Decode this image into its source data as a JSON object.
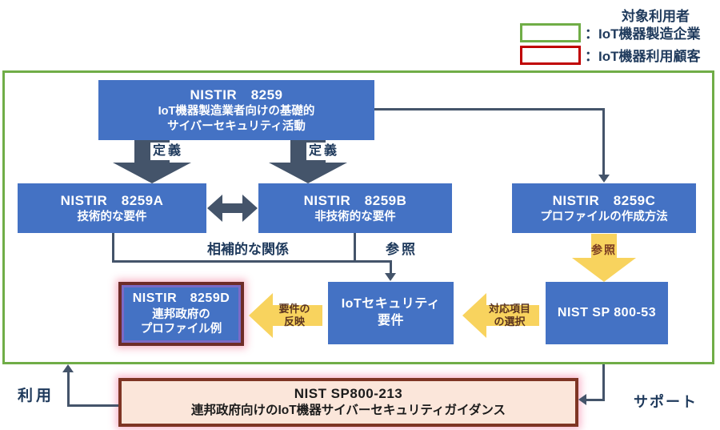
{
  "legend": {
    "title": "対象利用者",
    "manufacturer_label": "：IoT機器製造企業",
    "customer_label": "：IoT機器利用顧客",
    "manufacturer_color": "#70AD47",
    "customer_color": "#C00000"
  },
  "colors": {
    "node_blue": "#4472C4",
    "connector_dark": "#44546A",
    "frame_green": "#70AD47",
    "legend_red": "#C00000",
    "arrow_yellow": "#F8D35E",
    "sp213_fill": "#FBE6DA",
    "sp213_border": "#7E3524",
    "d_border_red": "#6E2C28",
    "d_ring_purple": "#7B6AC6"
  },
  "nodes": {
    "n8259": {
      "title": "NISTIR　8259",
      "line1": "IoT機器製造業者向けの基礎的",
      "line2": "サイバーセキュリティ活動"
    },
    "n8259a": {
      "title": "NISTIR　8259A",
      "subtitle": "技術的な要件"
    },
    "n8259b": {
      "title": "NISTIR　8259B",
      "subtitle": "非技術的な要件"
    },
    "n8259c": {
      "title": "NISTIR　8259C",
      "subtitle": "プロファイルの作成方法"
    },
    "n8259d": {
      "title": "NISTIR　8259D",
      "line1": "連邦政府の",
      "line2": "プロファイル例"
    },
    "iot_req": {
      "line1": "IoTセキュリティ",
      "line2": "要件"
    },
    "sp80053": {
      "title": "NIST SP 800-53"
    },
    "sp800213": {
      "title": "NIST SP800-213",
      "subtitle": "連邦政府向けのIoT機器サイバーセキュリティガイダンス"
    }
  },
  "labels": {
    "define1": "定義",
    "define2": "定義",
    "complementary": "相補的な関係",
    "reference_b": "参照",
    "reference_c": "参照",
    "reflect_line1": "要件の",
    "reflect_line2": "反映",
    "mapping_line1": "対応項目",
    "mapping_line2": "の選択",
    "use": "利用",
    "support": "サポート"
  }
}
